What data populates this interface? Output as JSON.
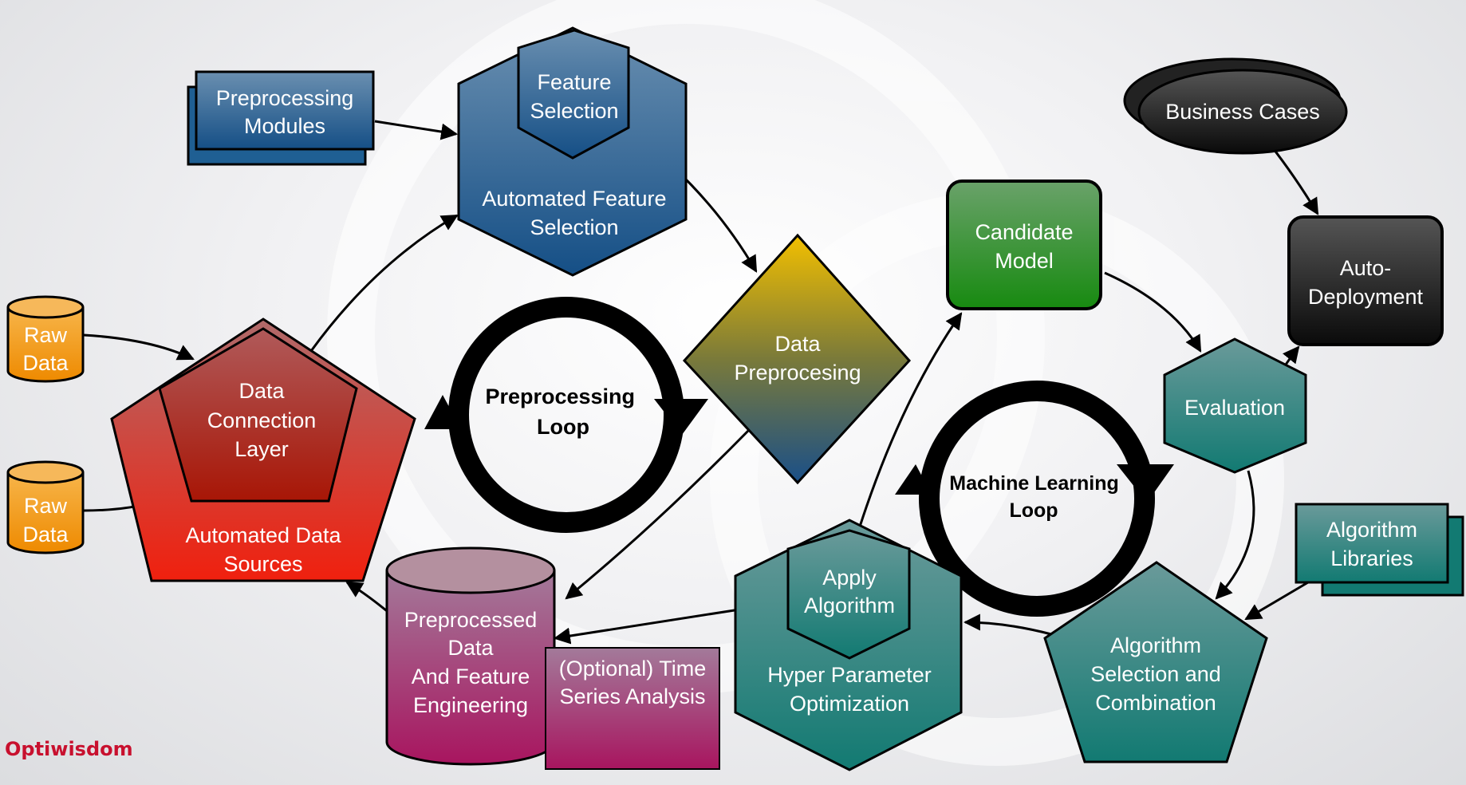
{
  "brand": {
    "logo_letter": "O",
    "logo_text": "ptiwisdom",
    "color": "#c8102e"
  },
  "nodes": {
    "raw_data_1": [
      "Raw",
      "Data"
    ],
    "raw_data_2": [
      "Raw",
      "Data"
    ],
    "preprocessing_modules": [
      "Preprocessing",
      "Modules"
    ],
    "feature_selection": [
      "Feature",
      "Selection"
    ],
    "automated_feature_selection": [
      "Automated Feature",
      "Selection"
    ],
    "data_connection_layer": [
      "Data",
      "Connection",
      "Layer"
    ],
    "automated_data_sources": [
      "Automated Data",
      "Sources"
    ],
    "data_preprocessing": [
      "Data",
      "Preprocesing"
    ],
    "preprocessed_data": [
      "Preprocessed",
      "Data",
      "And Feature",
      "Engineering"
    ],
    "time_series": [
      "(Optional) Time",
      "Series Analysis"
    ],
    "candidate_model": [
      "Candidate",
      "Model"
    ],
    "business_cases": [
      "Business Cases"
    ],
    "auto_deployment": [
      "Auto-",
      "Deployment"
    ],
    "evaluation": [
      "Evaluation"
    ],
    "algorithm_libraries": [
      "Algorithm",
      "Libraries"
    ],
    "algorithm_selection": [
      "Algorithm",
      "Selection and",
      "Combination"
    ],
    "apply_algorithm": [
      "Apply",
      "Algorithm"
    ],
    "hyper_parameter": [
      "Hyper Parameter",
      "Optimization"
    ]
  },
  "loops": {
    "preprocessing": [
      "Preprocessing",
      "Loop"
    ],
    "machine_learning": [
      "Machine Learning",
      "Loop"
    ]
  },
  "colors": {
    "orange": "#f39c12",
    "blue": "#1f5f93",
    "red": "#e0281d",
    "teal": "#1f8a83",
    "magenta": "#a3206e",
    "green": "#1f8a22",
    "black": "#111111",
    "gold": "#e8b800"
  }
}
